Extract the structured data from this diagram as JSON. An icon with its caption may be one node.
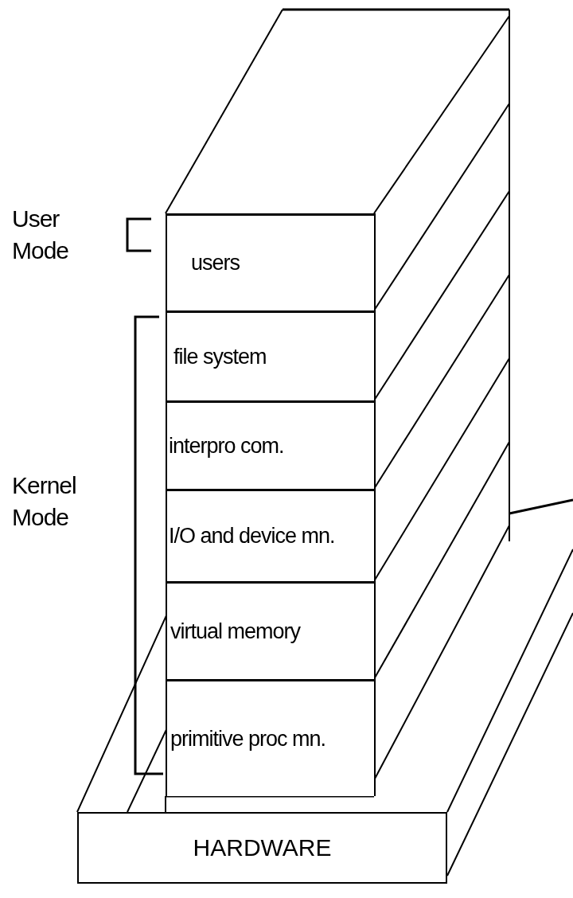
{
  "diagram": {
    "nodes": [
      {
        "text": [
          "users"
        ]
      },
      {
        "text": [
          "file system"
        ]
      },
      {
        "text": [
          "interpro com."
        ]
      },
      {
        "text": [
          "I/O and device mn."
        ]
      },
      {
        "text": [
          "virtual memory"
        ]
      },
      {
        "text": [
          "primitive proc mn."
        ]
      },
      {
        "text": [
          "HARDWARE"
        ]
      }
    ],
    "edges": [],
    "labels": [
      "User Mode",
      "Kernel Mode"
    ]
  }
}
